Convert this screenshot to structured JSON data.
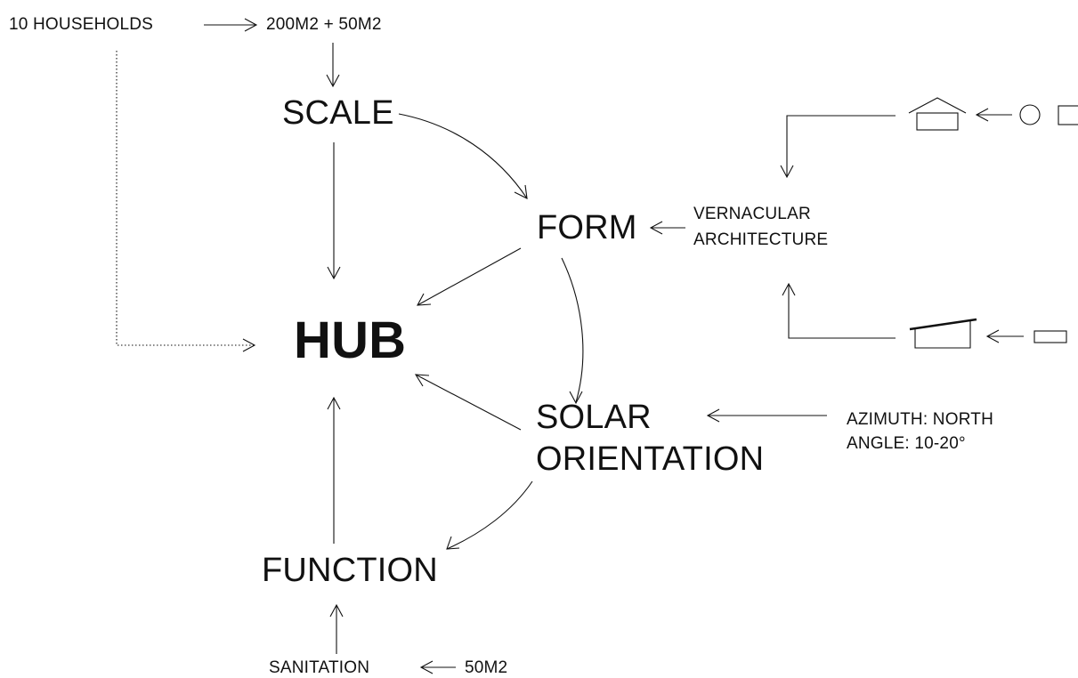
{
  "diagram": {
    "inputs": {
      "households": "10 HOUSEHOLDS",
      "area": "200M2 + 50M2",
      "vernacular_line1": "VERNACULAR",
      "vernacular_line2": "ARCHITECTURE",
      "solar_line1": "AZIMUTH: NORTH",
      "solar_line2": "ANGLE: 10-20°",
      "sanitation": "SANITATION",
      "sanitation_area": "50M2"
    },
    "nodes": {
      "scale": "SCALE",
      "form": "FORM",
      "hub": "HUB",
      "solar_line1": "SOLAR",
      "solar_line2": "ORIENTATION",
      "function": "FUNCTION"
    },
    "icons": [
      "house-icon",
      "circle-icon",
      "square-icon",
      "sloped-roof-icon",
      "rectangle-icon"
    ],
    "colors": {
      "ink": "#111111",
      "background": "#ffffff"
    }
  }
}
